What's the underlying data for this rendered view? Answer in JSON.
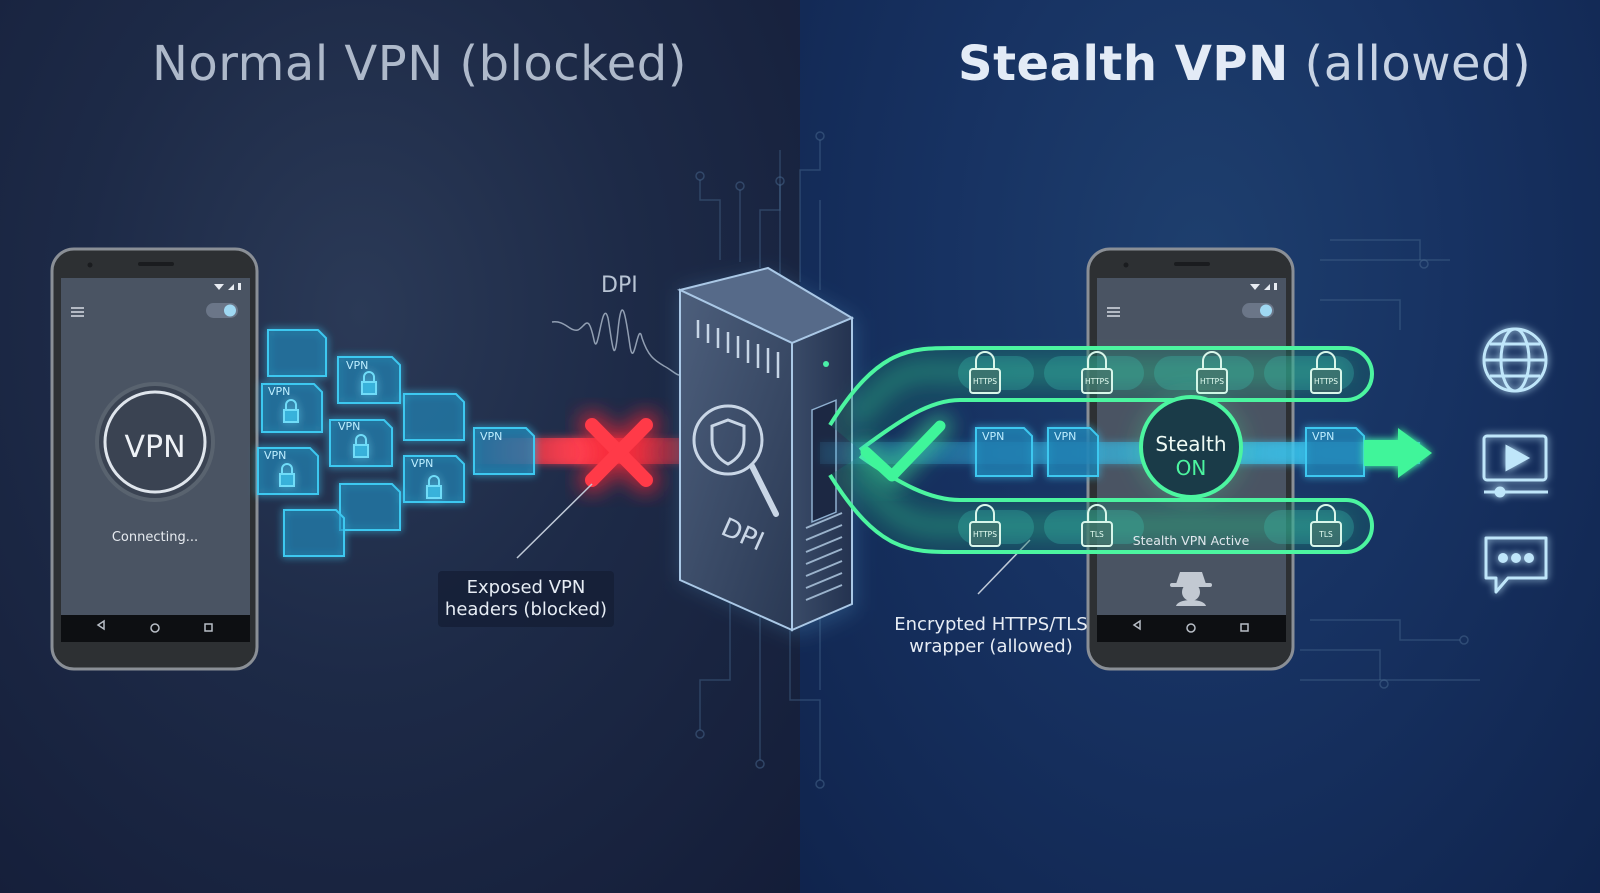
{
  "titles": {
    "left": "Normal VPN (blocked)",
    "right_bold": "Stealth VPN",
    "right_rest": " (allowed)"
  },
  "dpi": {
    "label": "DPI",
    "device_label": "DPI"
  },
  "left_phone": {
    "badge": "VPN",
    "status": "Connecting..."
  },
  "right_phone": {
    "stealth_title": "Stealth",
    "stealth_state": "ON",
    "status": "Stealth VPN Active"
  },
  "packets": {
    "vpn_tag": "VPN",
    "https_tag": "HTTPS",
    "tls_tag": "TLS"
  },
  "callouts": {
    "left_line1": "Exposed VPN",
    "left_line2": "headers (blocked)",
    "right_line1": "Encrypted HTTPS/TLS",
    "right_line2": "wrapper (allowed)"
  },
  "icons": [
    "globe-icon",
    "video-play-icon",
    "chat-bubble-icon"
  ],
  "colors": {
    "packet_blue": "#3cc8f0",
    "blocked_red": "#ff3340",
    "allowed_green": "#3ff59a"
  }
}
